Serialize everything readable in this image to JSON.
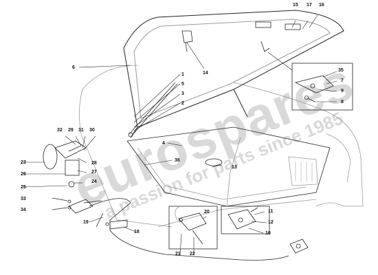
{
  "diagram": {
    "callouts": {
      "c1": "1",
      "c2": "2",
      "c3": "3",
      "c4": "4",
      "c5": "5",
      "c6": "6",
      "c7": "7",
      "c8": "8",
      "c9": "9",
      "c10": "10",
      "c11": "11",
      "c12": "12",
      "c13": "13",
      "c14": "14",
      "c15": "15",
      "c16": "16",
      "c17": "17",
      "c18": "18",
      "c19": "19",
      "c20": "20",
      "c21": "21",
      "c22": "22",
      "c23": "23",
      "c24": "24",
      "c25": "25",
      "c26": "26",
      "c27": "27",
      "c28": "28",
      "c29": "29",
      "c30": "30",
      "c31": "31",
      "c32": "32",
      "c33": "33",
      "c34": "34",
      "c35": "35",
      "c36": "36"
    },
    "watermark": {
      "brand": "eurospares",
      "tagline": "a passion for parts since 1985"
    }
  },
  "colors": {
    "line": "#222222",
    "light_line": "#9a9a9a",
    "watermark": "#d9d9d9"
  }
}
